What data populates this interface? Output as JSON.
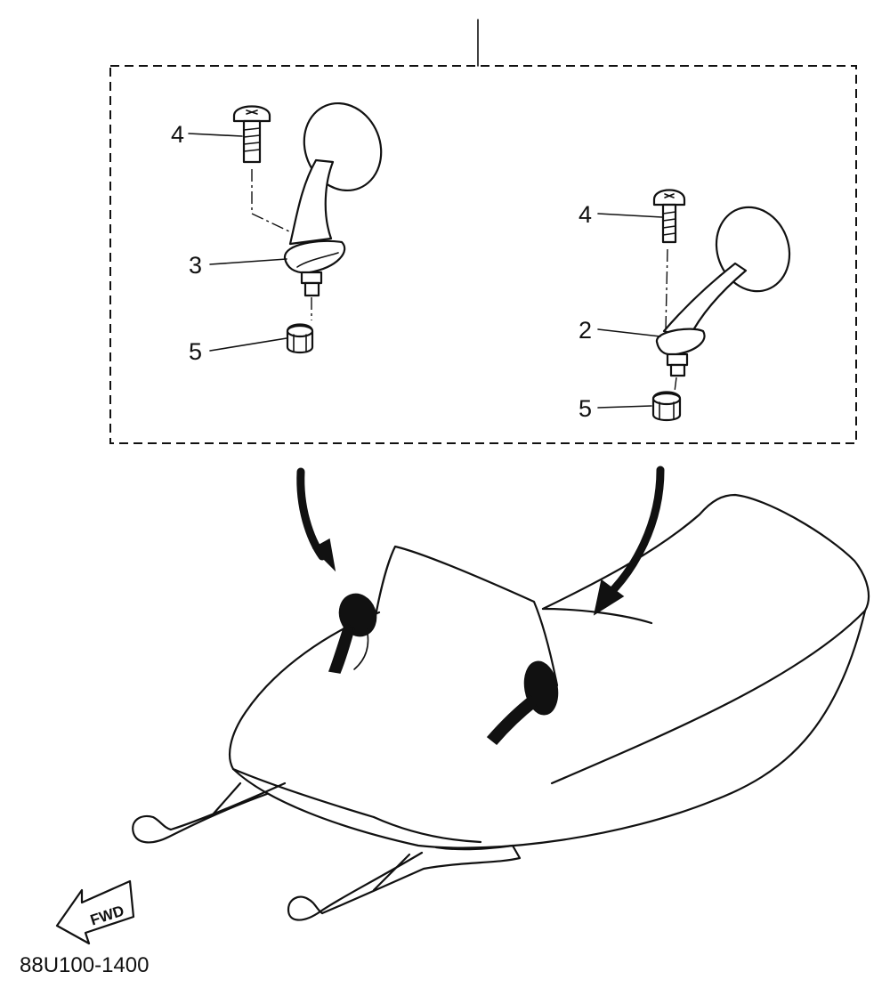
{
  "callouts": {
    "bolt_left": "4",
    "mirror_left": "3",
    "nut_left": "5",
    "bolt_right": "4",
    "mirror_right": "2",
    "nut_right": "5"
  },
  "direction_label": "FWD",
  "diagram_code": "88U100-1400"
}
